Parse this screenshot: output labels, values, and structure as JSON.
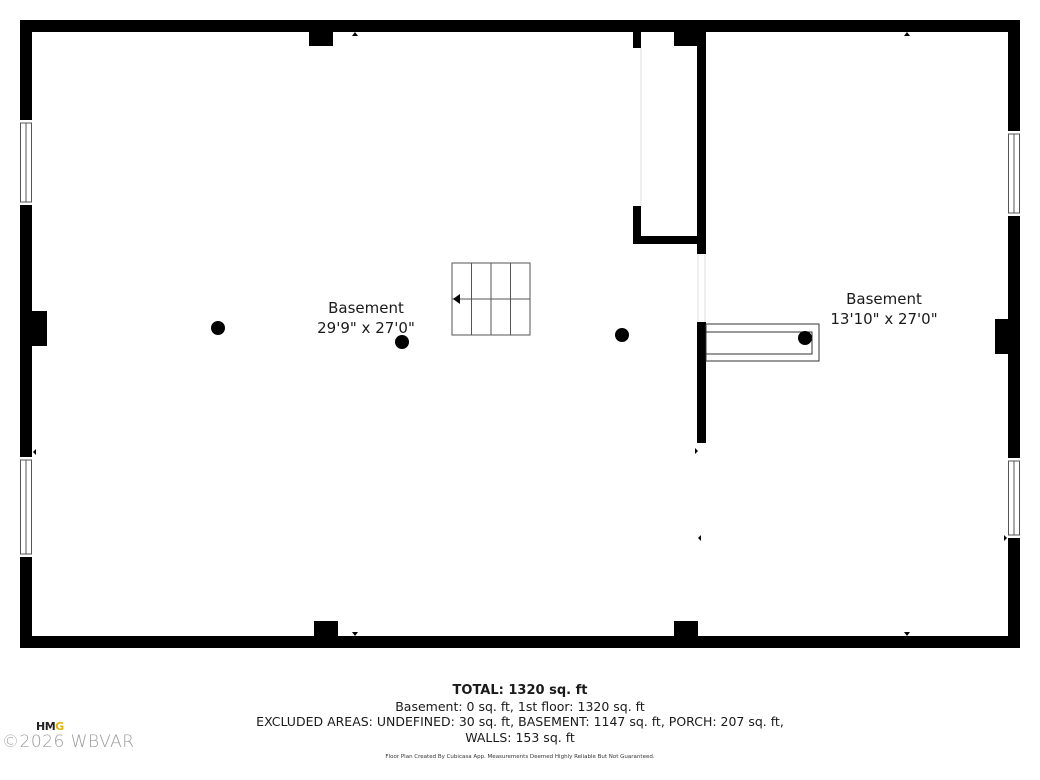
{
  "floor_plan": {
    "rooms": [
      {
        "name": "Basement",
        "dimensions": "29'9\" x 27'0\""
      },
      {
        "name": "Basement",
        "dimensions": "13'10\" x 27'0\""
      }
    ],
    "stairs": {
      "treads": 4,
      "direction": "left"
    },
    "columns": 5
  },
  "summary": {
    "total": "TOTAL: 1320 sq. ft",
    "breakdown": "Basement: 0 sq. ft, 1st floor: 1320 sq. ft",
    "excluded": "EXCLUDED AREAS: UNDEFINED: 30 sq. ft, BASEMENT: 1147 sq. ft, PORCH: 207 sq. ft,",
    "walls": "WALLS: 153 sq. ft",
    "disclaimer": "Floor Plan Created By Cubicasa App. Measurements Deemed Highly Reliable But Not Guaranteed."
  },
  "watermark": {
    "logo_text_left": "HM",
    "logo_text_right": "G",
    "copyright": "©2026 WBVAR"
  },
  "colors": {
    "wall": "#000000",
    "background": "#ffffff",
    "logo_accent": "#e2b400",
    "watermark": "#9a9a9a"
  }
}
